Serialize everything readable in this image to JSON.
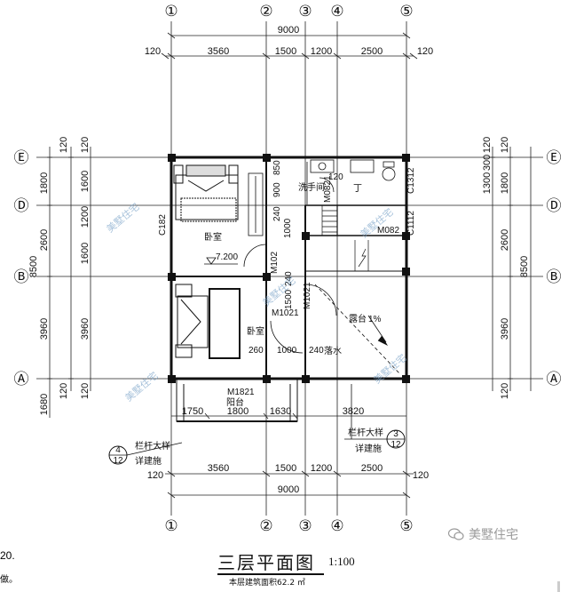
{
  "axes": {
    "cols": [
      "①",
      "②",
      "③",
      "④",
      "⑤"
    ],
    "rows": [
      "Ⓔ",
      "Ⓓ",
      "Ⓑ",
      "Ⓐ"
    ]
  },
  "dims": {
    "total_width": "9000",
    "edge": "120",
    "spans": [
      "3560",
      "1500",
      "1200",
      "2500"
    ],
    "left_outer": [
      "1800",
      "2600",
      "3960",
      "1680"
    ],
    "left_inner": [
      "1600",
      "1200",
      "1600",
      "3960"
    ],
    "right_outer": [
      "1800",
      "2600",
      "3960"
    ],
    "right_inner": [
      "1300",
      "300"
    ],
    "total_depth": "8500",
    "balcony": [
      "1750",
      "1800",
      "1630"
    ],
    "d3820": "3820"
  },
  "rooms": {
    "bedroom": "卧室",
    "washroom": "洗手间",
    "terrace": "露台",
    "balcony": "阳台",
    "elevation": "7.200",
    "slope": "1%"
  },
  "tags": {
    "c1312": "C1312",
    "c1112": "C1112",
    "c182": "C182",
    "m0821": "M0821",
    "m0821b": "M082",
    "m1021a": "M102",
    "m1021b": "M1021",
    "m1021c": "M1021",
    "m1821": "M1821",
    "d900": "900",
    "d850": "850",
    "d240a": "240",
    "d1000a": "1000",
    "d1500": "1500",
    "d240b": "240",
    "d260": "260",
    "d1000b": "1000",
    "d240c": "240",
    "d120": "120",
    "drain": "落水",
    "ding": "丁"
  },
  "details": {
    "left_num": "4",
    "left_den": "12",
    "right_num": "3",
    "right_den": "12",
    "line1": "栏杆大样",
    "line2": "详建施"
  },
  "watermark": "美墅住宅",
  "drawing": {
    "title": "三层平面图",
    "scale": "1:100",
    "area_note": "本层建筑面积62.2 ㎡"
  },
  "brand": "美墅住宅",
  "fragments": {
    "a": "20.",
    "b": "做。"
  }
}
